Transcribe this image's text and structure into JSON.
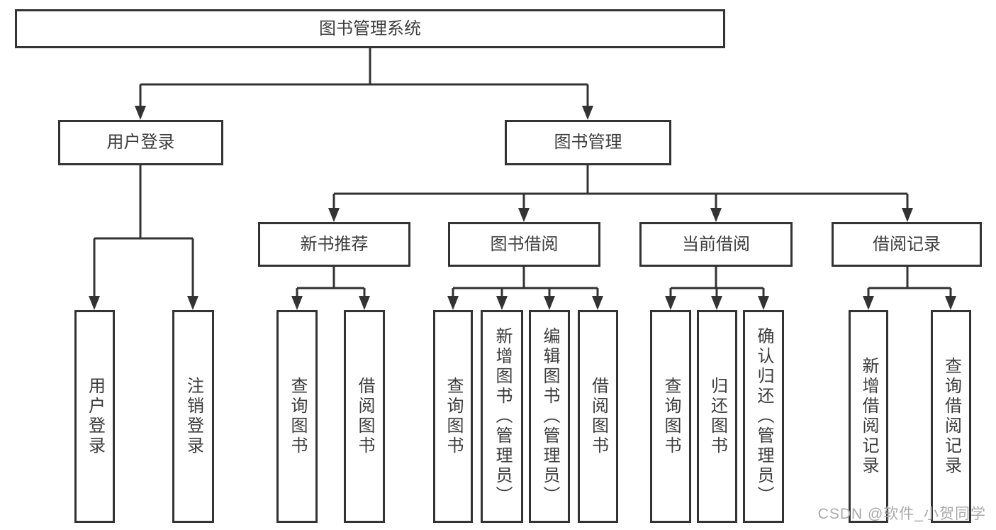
{
  "title": "图书管理系统",
  "colors": {
    "line": "#333333",
    "text": "#3d3d3d",
    "background": "#ffffff",
    "watermark": "#a9a9a9"
  },
  "tree": {
    "root": {
      "label": "图书管理系统"
    },
    "branches": [
      {
        "label": "用户登录",
        "children": [
          {
            "label": "用户登录"
          },
          {
            "label": "注销登录"
          }
        ]
      },
      {
        "label": "图书管理",
        "children": [
          {
            "label": "新书推荐",
            "children": [
              {
                "label": "查询图书"
              },
              {
                "label": "借阅图书"
              }
            ]
          },
          {
            "label": "图书借阅",
            "children": [
              {
                "label": "查询图书"
              },
              {
                "label": "新增图书（管理员）"
              },
              {
                "label": "编辑图书（管理员）"
              },
              {
                "label": "借阅图书"
              }
            ]
          },
          {
            "label": "当前借阅",
            "children": [
              {
                "label": "查询图书"
              },
              {
                "label": "归还图书"
              },
              {
                "label": "确认归还（管理员）"
              }
            ]
          },
          {
            "label": "借阅记录",
            "children": [
              {
                "label": "新增借阅记录"
              },
              {
                "label": "查询借阅记录"
              }
            ]
          }
        ]
      }
    ]
  },
  "watermark": {
    "text": "CSDN @软件_小贺同学"
  }
}
